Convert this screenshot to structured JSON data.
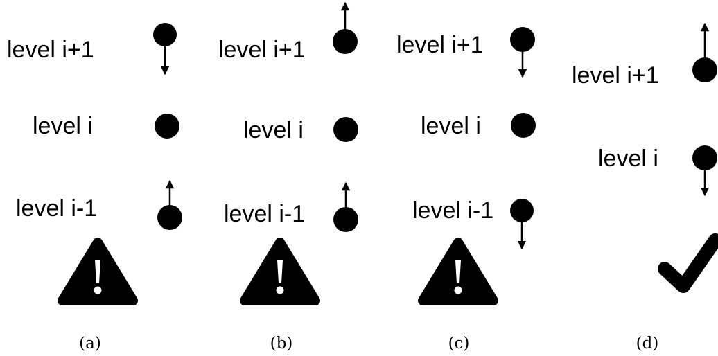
{
  "panels": [
    {
      "caption": "(a)",
      "labels": {
        "upper": "level i+1",
        "middle": "level i",
        "lower": "level i-1"
      },
      "arrows": {
        "upper": "down",
        "middle": "none",
        "lower": "up"
      },
      "outcome": "warning-icon"
    },
    {
      "caption": "(b)",
      "labels": {
        "upper": "level i+1",
        "middle": "level i",
        "lower": "level i-1"
      },
      "arrows": {
        "upper": "up",
        "middle": "none",
        "lower": "up"
      },
      "outcome": "warning-icon"
    },
    {
      "caption": "(c)",
      "labels": {
        "upper": "level i+1",
        "middle": "level i",
        "lower": "level i-1"
      },
      "arrows": {
        "upper": "down",
        "middle": "none",
        "lower": "down"
      },
      "outcome": "warning-icon"
    },
    {
      "caption": "(d)",
      "labels": {
        "upper": "level i+1",
        "middle": "level i"
      },
      "arrows": {
        "upper": "up",
        "middle": "down"
      },
      "outcome": "checkmark-icon"
    }
  ],
  "colors": {
    "ink": "#000000",
    "background": "#ffffff"
  }
}
